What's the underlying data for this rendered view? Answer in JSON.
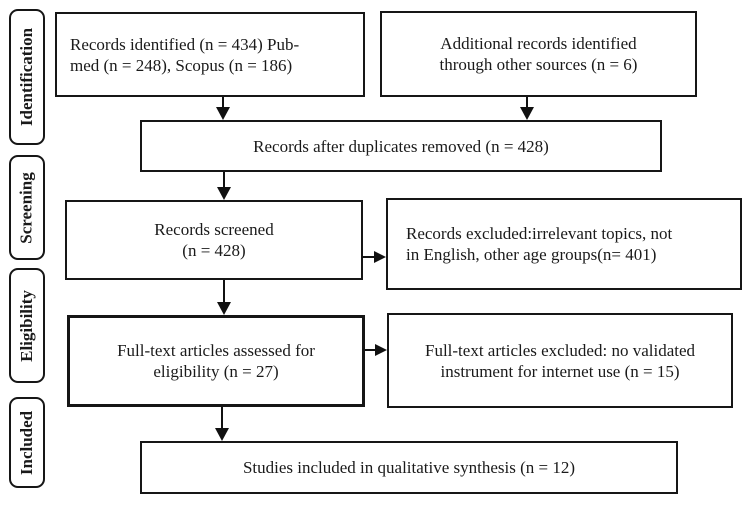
{
  "diagram_type": "prisma-flow-diagram",
  "colors": {
    "background": "#ffffff",
    "border": "#161616",
    "text": "#1a1a1a",
    "arrow": "#111111"
  },
  "sidebar": {
    "stages": [
      {
        "label": "Identification"
      },
      {
        "label": "Screening"
      },
      {
        "label": "Eligibility"
      },
      {
        "label": "Included"
      }
    ]
  },
  "flow": {
    "records_identified": {
      "line1": "Records identified (n = 434) Pub-",
      "line2": "med (n = 248), Scopus (n = 186)"
    },
    "additional_records": {
      "line1": "Additional records identified",
      "line2": "through other sources (n = 6)"
    },
    "duplicates_removed": {
      "text": "Records after duplicates removed (n = 428)"
    },
    "records_screened": {
      "line1": "Records screened",
      "line2": "(n = 428)"
    },
    "records_excluded": {
      "line1": "Records excluded:irrelevant topics, not",
      "line2": "in English, other age groups(n= 401)"
    },
    "fulltext_assessed": {
      "line1": "Full-text articles assessed for",
      "line2": "eligibility (n = 27)"
    },
    "fulltext_excluded": {
      "line1": "Full-text articles excluded: no validated",
      "line2": "instrument for internet use (n = 15)"
    },
    "studies_included": {
      "text": "Studies included in qualitative synthesis (n = 12)"
    }
  }
}
